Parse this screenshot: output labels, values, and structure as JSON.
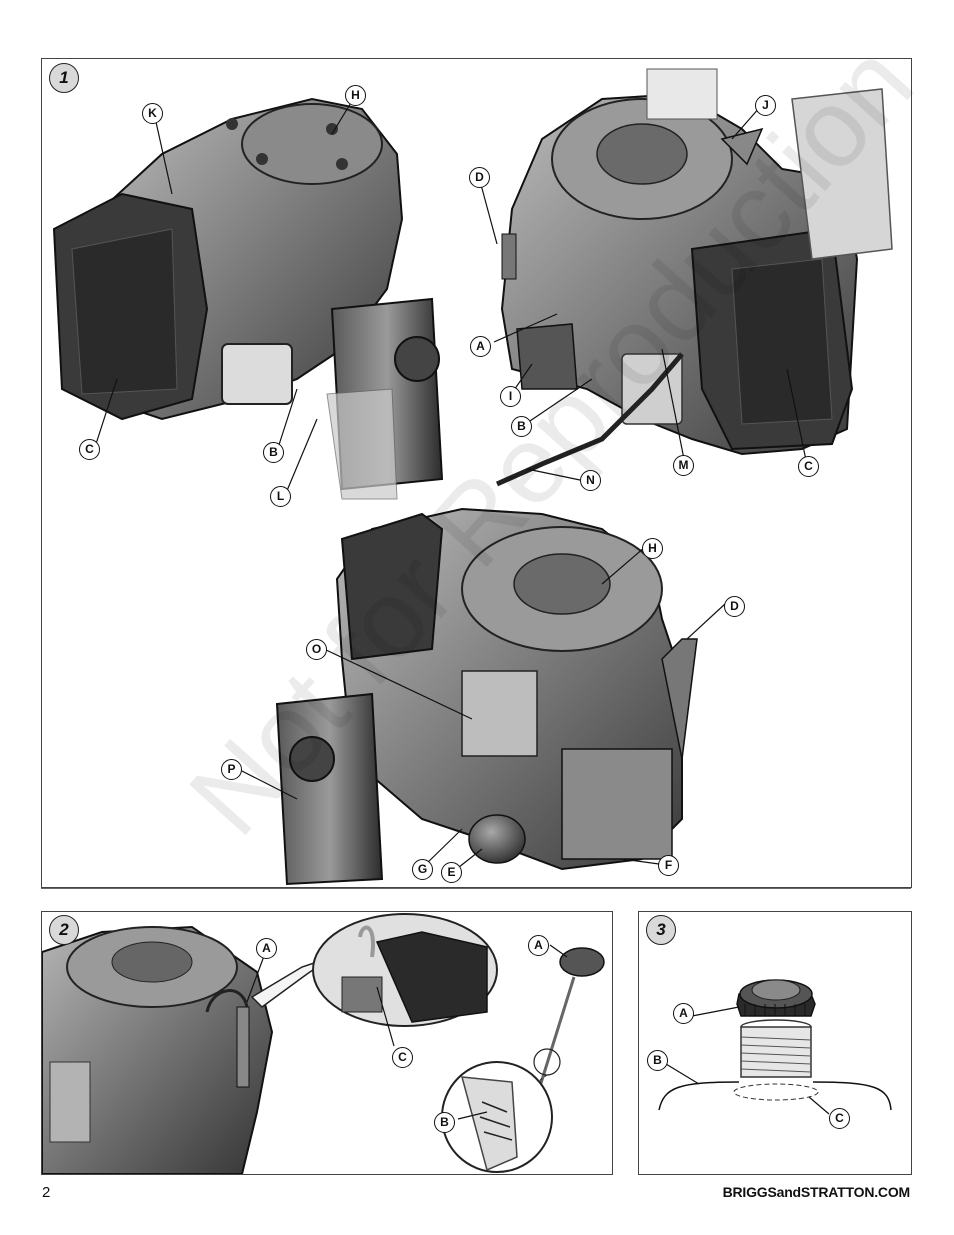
{
  "panels": [
    {
      "number": "1"
    },
    {
      "number": "2"
    },
    {
      "number": "3"
    }
  ],
  "callouts": {
    "p1_top_left": {
      "K": "K",
      "H": "H",
      "C": "C",
      "B": "B",
      "L": "L"
    },
    "p1_top_right": {
      "D": "D",
      "J": "J",
      "A": "A",
      "I": "I",
      "B": "B",
      "M": "M",
      "N": "N",
      "C": "C"
    },
    "p1_bottom": {
      "H": "H",
      "D": "D",
      "O": "O",
      "P": "P",
      "G": "G",
      "E": "E",
      "F": "F"
    },
    "p2": {
      "A1": "A",
      "A2": "A",
      "C": "C",
      "B": "B"
    },
    "p3": {
      "A": "A",
      "B": "B",
      "C": "C"
    }
  },
  "watermark": "Not for Reproduction",
  "footer": {
    "page_number": "2",
    "website": "BRIGGSandSTRATTON.COM"
  }
}
